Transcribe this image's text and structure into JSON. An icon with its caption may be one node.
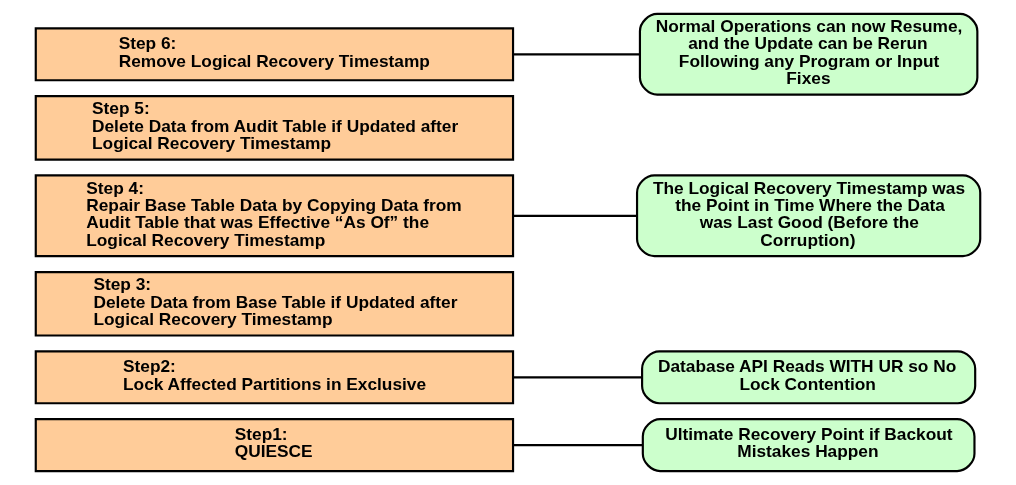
{
  "diagram": {
    "nodes": [
      {
        "text": [
          "Step1:",
          "QUIESCE"
        ]
      },
      {
        "text": [
          "Step2:",
          "Lock Affected Partitions in Exclusive"
        ]
      },
      {
        "text": [
          "Step 3:",
          "Delete Data from Base Table if Updated after Logical Recovery Timestamp"
        ]
      },
      {
        "text": [
          "Step 4:",
          "Repair Base Table Data by Copying Data from Audit Table that was Effective “As Of” the Logical Recovery Timestamp"
        ]
      },
      {
        "text": [
          "Step 5:",
          "Delete Data from Audit Table if Updated after Logical Recovery Timestamp"
        ]
      },
      {
        "text": [
          "Step 6:",
          "Remove Logical Recovery Timestamp"
        ]
      },
      {
        "text": [
          "Ultimate Recovery Point if Backout Mistakes Happen"
        ]
      },
      {
        "text": [
          "Database API Reads WITH UR so No Lock Contention"
        ]
      },
      {
        "text": [
          "The Logical Recovery Timestamp was the Point in Time Where the Data was Last Good (Before the Corruption)"
        ]
      },
      {
        "text": [
          "Normal Operations can now Resume, and the Update can be Rerun Following any Program or Input Fixes"
        ]
      }
    ],
    "edges": [
      {
        "from": 6,
        "to": 0,
        "arrow": "none"
      },
      {
        "from": 7,
        "to": 1,
        "arrow": "none"
      },
      {
        "from": 8,
        "to": 3,
        "arrow": "none"
      },
      {
        "from": 9,
        "to": 5,
        "arrow": "none"
      }
    ]
  }
}
